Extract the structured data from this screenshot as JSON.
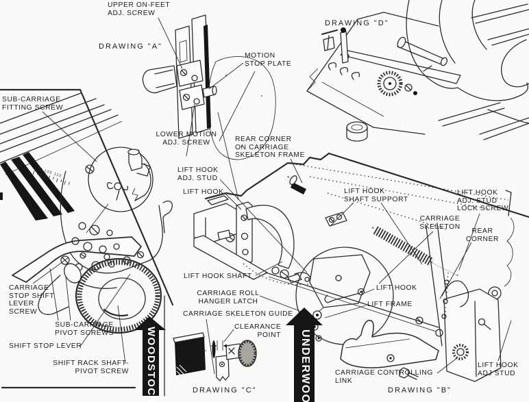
{
  "palette": {
    "paper": "#fbfaf8",
    "ink": "#2b2b2b",
    "black": "#121212",
    "label_ink": "#1b1b1b"
  },
  "drawings": {
    "a": {
      "title": "DRAWING \"A\""
    },
    "b": {
      "title": "DRAWING \"B\""
    },
    "c": {
      "title": "DRAWING \"C\""
    },
    "d": {
      "title": "DRAWING \"D\""
    }
  },
  "banners": {
    "woodstock": "WOODSTOCK",
    "underwood": "UNDERWOOD"
  },
  "woodstock_view": {
    "margin_scale": "100 105 110",
    "labels": {
      "sub_carriage_fitting_screw": [
        "SUB-CARRIAGE",
        "FITTING SCREW"
      ],
      "carriage_stop_shift_lever_screw": [
        "CARRIAGE",
        "STOP SHIFT",
        "LEVER",
        "SCREW"
      ],
      "sub_carriage_pivot_screws": [
        "SUB-CARRIAGE",
        "PIVOT SCREWS"
      ],
      "shift_stop_lever": "SHIFT STOP LEVER",
      "shift_rack_shaft_pivot_screw": [
        "SHIFT RACK SHAFT-",
        "PIVOT SCREW"
      ]
    }
  },
  "drawing_a_labels": {
    "upper_on_feet_adj_screw": [
      "UPPER ON-FEET",
      "ADJ. SCREW"
    ],
    "motion_stop_plate": [
      "MOTION",
      "STOP PLATE"
    ],
    "lower_motion_adj_screw": [
      "LOWER MOTION",
      "ADJ. SCREW"
    ]
  },
  "drawing_b_labels": {
    "rear_corner_on_carriage_skeleton_frame": [
      "REAR CORNER",
      "ON CARRIAGE",
      "SKELETON FRAME"
    ],
    "lift_hook_adj_stud": [
      "LIFT HOOK",
      "ADJ. STUD"
    ],
    "lift_hook": "LIFT HOOK",
    "lift_hook_shaft_support": [
      "LIFT HOOK",
      "SHAFT SUPPORT"
    ],
    "lift_hook_adj_stud_lock_screw": [
      "LIFT HOOK",
      "ADJ. STUD",
      "LOCK SCREW"
    ],
    "carriage_skeleton": [
      "CARRIAGE",
      "SKELETON"
    ],
    "rear_corner": [
      "REAR",
      "CORNER"
    ],
    "lift_hook_shaft": "LIFT HOOK SHAFT",
    "carriage_roll_hanger_latch": [
      "CARRIAGE ROLL",
      "HANGER LATCH"
    ],
    "lift_hook_inset": "LIFT HOOK",
    "lift_frame": "LIFT FRAME",
    "carriage_controlling_link": [
      "CARRIAGE CONTROLLING",
      "LINK"
    ],
    "lift_hook_adj_stud_right": [
      "LIFT HOOK",
      "ADJ STUD"
    ]
  },
  "drawing_c_labels": {
    "carriage_skeleton_guide": "CARRIAGE SKELETON GUIDE",
    "clearance_point": [
      "CLEARANCE",
      "POINT"
    ]
  }
}
